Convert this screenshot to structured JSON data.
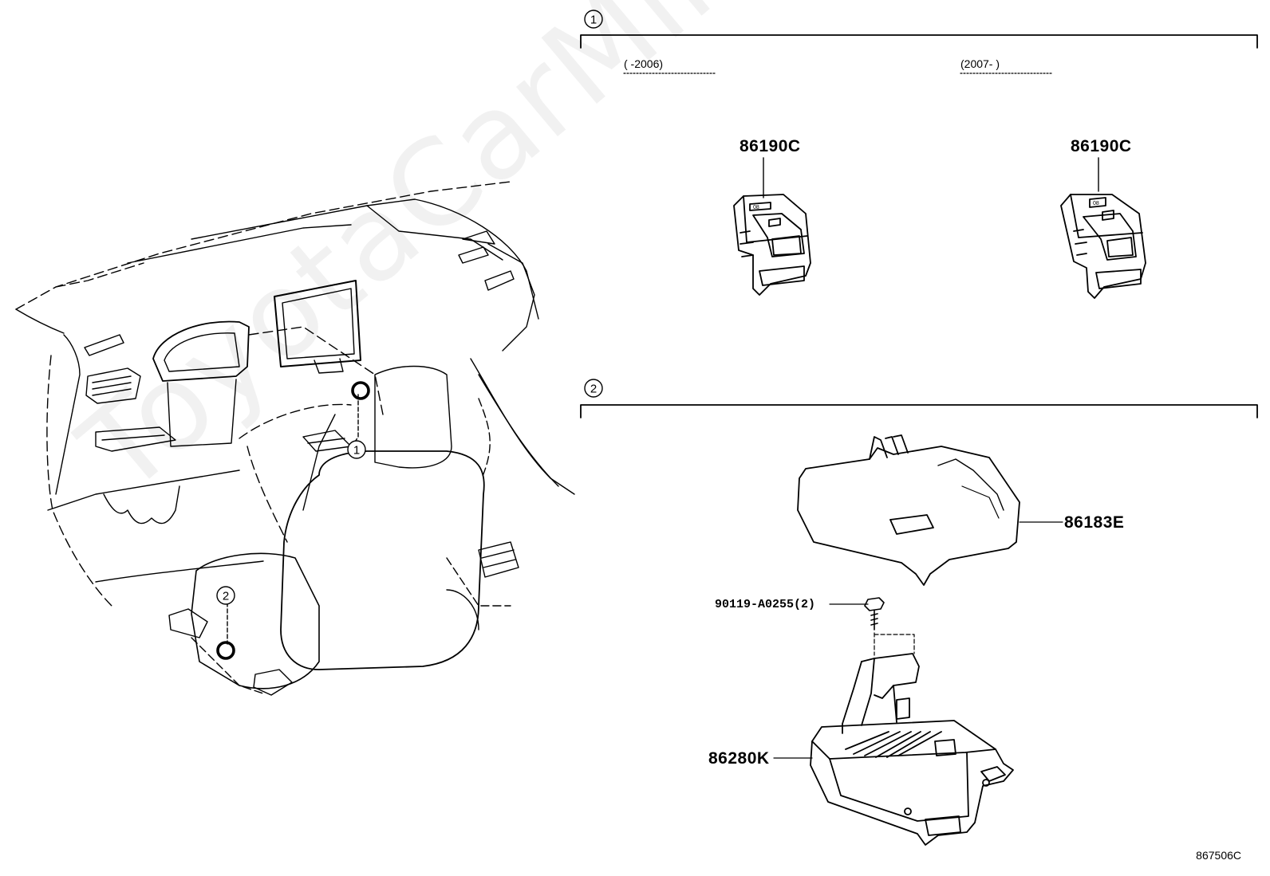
{
  "sections": [
    {
      "number": "1",
      "years": {
        "left": "(          -2006)",
        "right": "(2007-          )"
      }
    },
    {
      "number": "2"
    }
  ],
  "parts": {
    "switch_left": "86190C",
    "switch_right": "86190C",
    "cover": "86183E",
    "screw": "90119-A0255(2)",
    "module": "86280K"
  },
  "callouts": {
    "c1": "1",
    "c2": "2"
  },
  "watermark": "ToyotaCarMine.ru",
  "diagram_ref": "867506C"
}
